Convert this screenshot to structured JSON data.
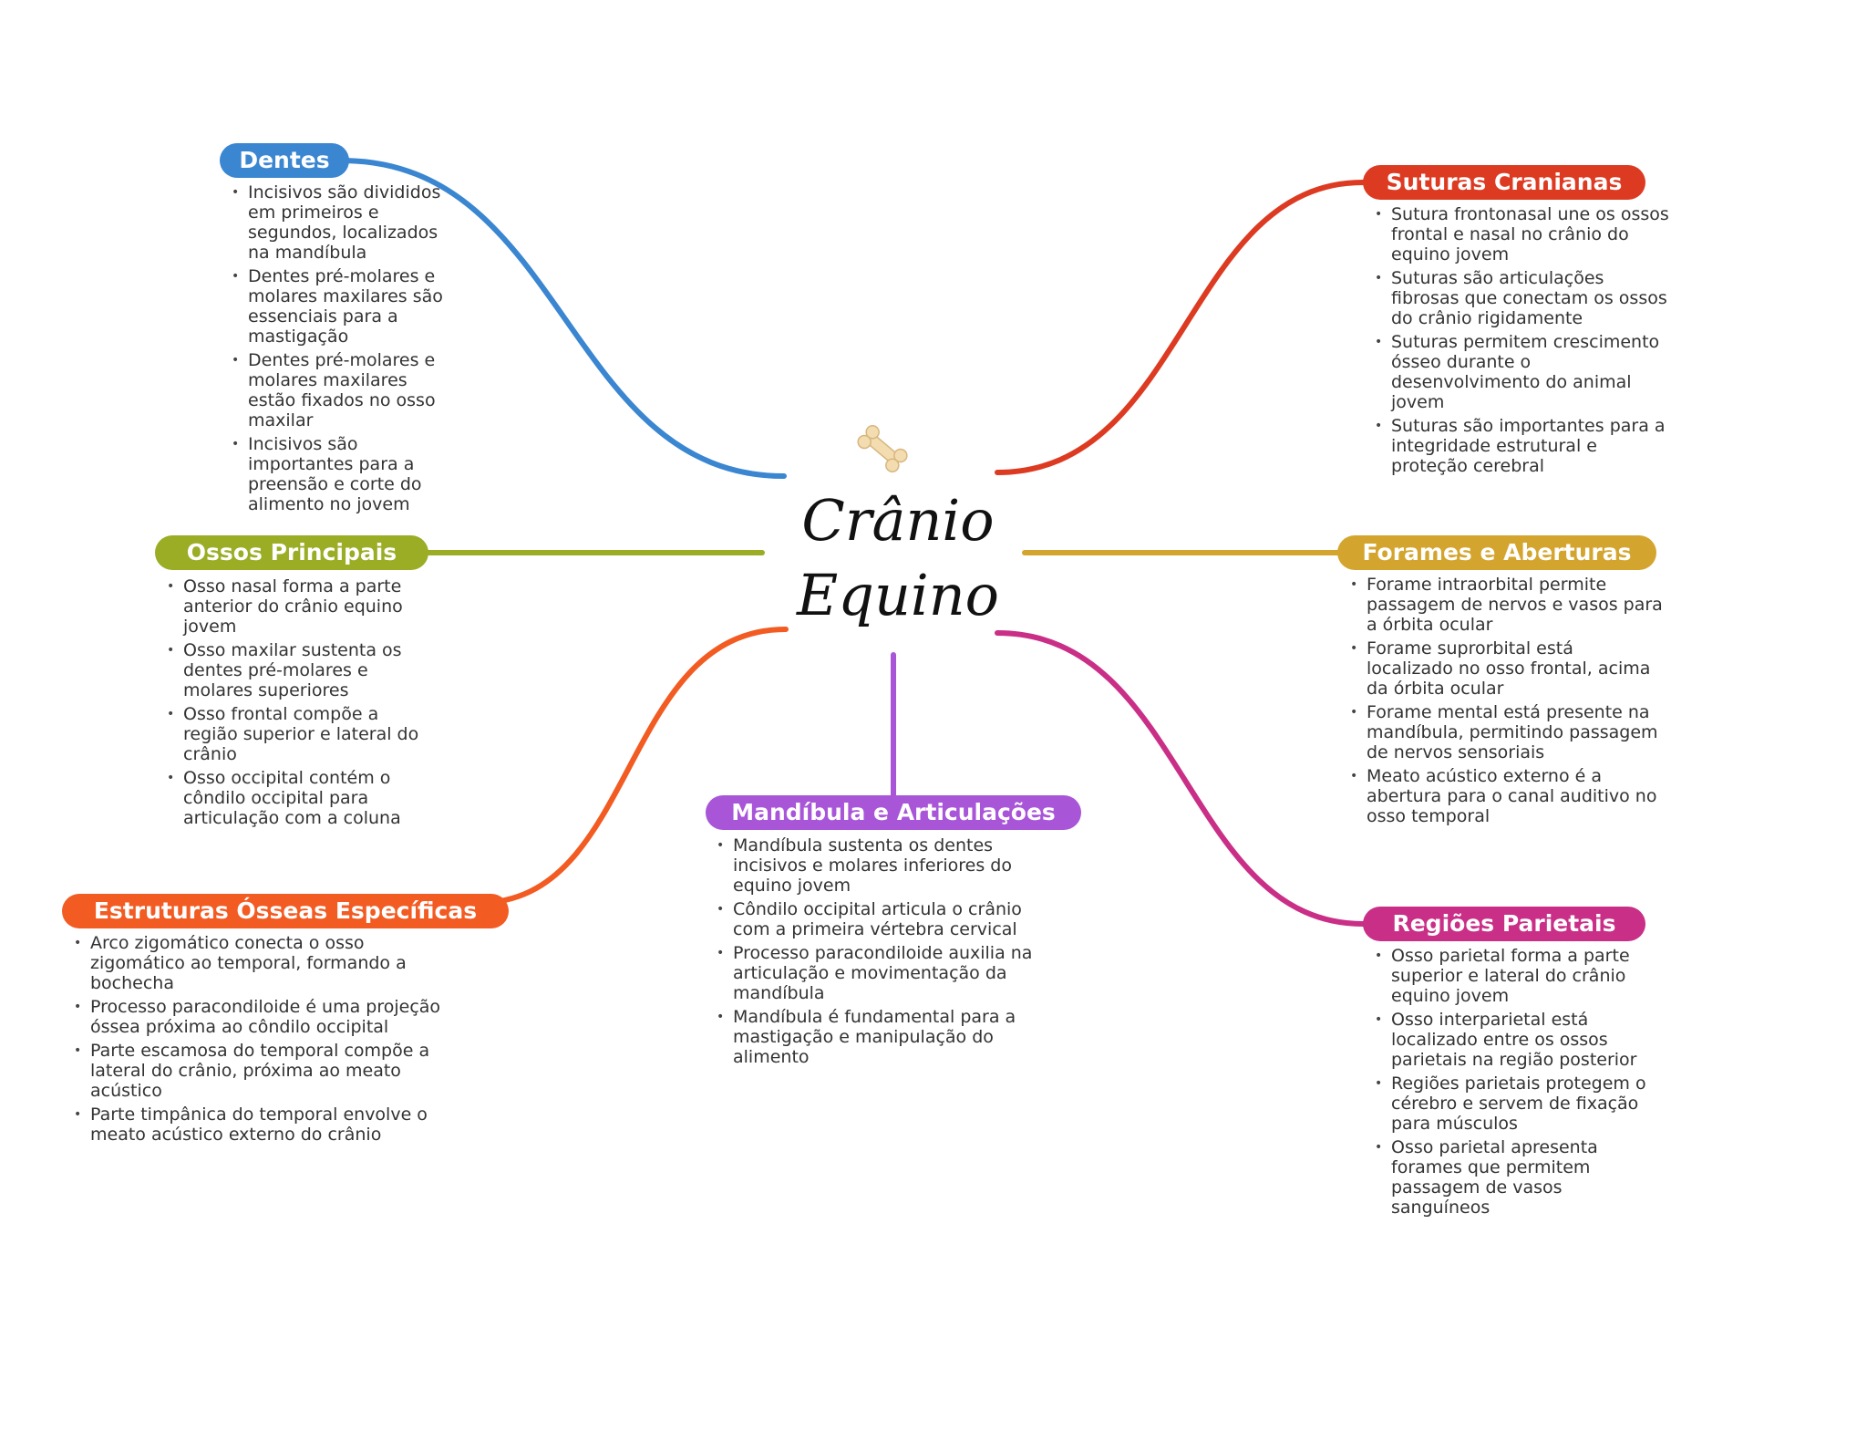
{
  "center": {
    "title_line1": "Crânio",
    "title_line2": "Equino",
    "icon": "bone-icon"
  },
  "colors": {
    "dentes": "#3a86d1",
    "ossos": "#9aad24",
    "estruturas": "#f25b22",
    "mandibula": "#a855d8",
    "suturas": "#dd3a22",
    "forames": "#d4a52e",
    "parietais": "#c92f87",
    "bone": "#f3dcb0"
  },
  "branches": {
    "dentes": {
      "label": "Dentes",
      "items": [
        "Incisivos são divididos em primeiros e segundos, localizados na mandíbula",
        "Dentes pré-molares e molares maxilares são essenciais para a mastigação",
        "Dentes pré-molares e molares maxilares estão fixados no osso maxilar",
        "Incisivos são importantes para a preensão e corte do alimento no jovem"
      ]
    },
    "ossos": {
      "label": "Ossos Principais",
      "items": [
        "Osso nasal forma a parte anterior do crânio equino jovem",
        "Osso maxilar sustenta os dentes pré-molares e molares superiores",
        "Osso frontal compõe a região superior e lateral do crânio",
        "Osso occipital contém o côndilo occipital para articulação com a coluna"
      ]
    },
    "estruturas": {
      "label": "Estruturas Ósseas Específicas",
      "items": [
        "Arco zigomático conecta o osso zigomático ao temporal, formando a bochecha",
        "Processo paracondiloide é uma projeção óssea próxima ao côndilo occipital",
        "Parte escamosa do temporal compõe a lateral do crânio, próxima ao meato acústico",
        "Parte timpânica do temporal envolve o meato acústico externo do crânio"
      ]
    },
    "mandibula": {
      "label": "Mandíbula e Articulações",
      "items": [
        "Mandíbula sustenta os dentes incisivos e molares inferiores do equino jovem",
        "Côndilo occipital articula o crânio com a primeira vértebra cervical",
        "Processo paracondiloide auxilia na articulação e movimentação da mandíbula",
        "Mandíbula é fundamental para a mastigação e manipulação do alimento"
      ]
    },
    "suturas": {
      "label": "Suturas Cranianas",
      "items": [
        "Sutura frontonasal une os ossos frontal e nasal no crânio do equino jovem",
        "Suturas são articulações fibrosas que conectam os ossos do crânio rigidamente",
        "Suturas permitem crescimento ósseo durante o desenvolvimento do animal jovem",
        "Suturas são importantes para a integridade estrutural e proteção cerebral"
      ]
    },
    "forames": {
      "label": "Forames e Aberturas",
      "items": [
        "Forame intraorbital permite passagem de nervos e vasos para a órbita ocular",
        "Forame suprorbital está localizado no osso frontal, acima da órbita ocular",
        "Forame mental está presente na mandíbula, permitindo passagem de nervos sensoriais",
        "Meato acústico externo é a abertura para o canal auditivo no osso temporal"
      ]
    },
    "parietais": {
      "label": "Regiões Parietais",
      "items": [
        "Osso parietal forma a parte superior e lateral do crânio equino jovem",
        "Osso interparietal está localizado entre os ossos parietais na região posterior",
        "Regiões parietais protegem o cérebro e servem de fixação para músculos",
        "Osso parietal apresenta forames que permitem passagem de vasos sanguíneos"
      ]
    }
  }
}
